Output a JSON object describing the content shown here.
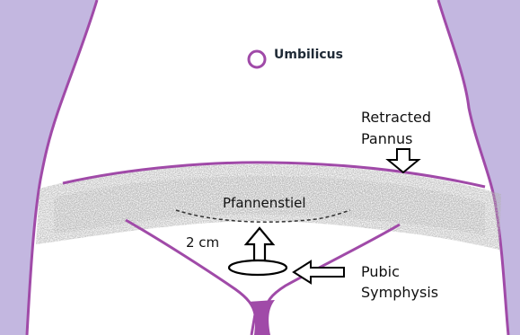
{
  "labels": {
    "umbilicus": "Umbilicus",
    "retracted": "Retracted",
    "pannus": "Pannus",
    "pfannenstiel": "Pfannenstiel",
    "distance": "2 cm",
    "pubic": "Pubic",
    "symphysis": "Symphysis"
  },
  "colors": {
    "body_outline": "#a04aa8",
    "background_side": "#c3b7e0",
    "pannus_shade": "#8f8f8f",
    "skin": "#ffffff",
    "incision": "#333333"
  },
  "icons": {
    "umbilicus": "ring-icon",
    "pannus_arrow": "down-arrow-icon",
    "distance_arrow": "up-arrow-icon",
    "symphysis_arrow": "left-arrow-icon",
    "symphysis_marker": "ellipse-icon"
  }
}
